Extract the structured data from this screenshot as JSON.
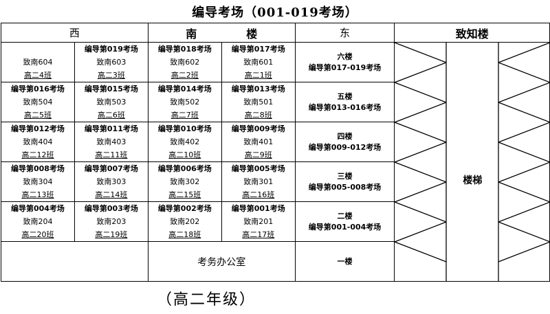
{
  "title": "编导考场（001-019考场）",
  "header": {
    "west": "西",
    "south": "南",
    "building": "楼",
    "east": "东",
    "zhizhi": "致知楼"
  },
  "rows": [
    {
      "rooms": [
        {
          "exam": "",
          "room": "致南604",
          "cls": "高二4班"
        },
        {
          "exam": "编导第019考场",
          "room": "致南603",
          "cls": "高二3班"
        },
        {
          "exam": "编导第018考场",
          "room": "致南602",
          "cls": "高二2班"
        },
        {
          "exam": "编导第017考场",
          "room": "致南601",
          "cls": "高二1班"
        }
      ],
      "floor": "六楼",
      "floor_range": "编导第017-019考场"
    },
    {
      "rooms": [
        {
          "exam": "编导第016考场",
          "room": "致南504",
          "cls": "高二5班"
        },
        {
          "exam": "编导第015考场",
          "room": "致南503",
          "cls": "高二6班"
        },
        {
          "exam": "编导第014考场",
          "room": "致南502",
          "cls": "高二7班"
        },
        {
          "exam": "编导第013考场",
          "room": "致南501",
          "cls": "高二8班"
        }
      ],
      "floor": "五楼",
      "floor_range": "编导第013-016考场"
    },
    {
      "rooms": [
        {
          "exam": "编导第012考场",
          "room": "致南404",
          "cls": "高二12班"
        },
        {
          "exam": "编导第011考场",
          "room": "致南403",
          "cls": "高二11班"
        },
        {
          "exam": "编导第010考场",
          "room": "致南402",
          "cls": "高二10班"
        },
        {
          "exam": "编导第009考场",
          "room": "致南401",
          "cls": "高二9班"
        }
      ],
      "floor": "四楼",
      "floor_range": "编导第009-012考场"
    },
    {
      "rooms": [
        {
          "exam": "编导第008考场",
          "room": "致南304",
          "cls": "高二13班"
        },
        {
          "exam": "编导第007考场",
          "room": "致南303",
          "cls": "高二14班"
        },
        {
          "exam": "编导第006考场",
          "room": "致南302",
          "cls": "高二15班"
        },
        {
          "exam": "编导第005考场",
          "room": "致南301",
          "cls": "高二16班"
        }
      ],
      "floor": "三楼",
      "floor_range": "编导第005-008考场"
    },
    {
      "rooms": [
        {
          "exam": "编导第004考场",
          "room": "致南204",
          "cls": "高二20班"
        },
        {
          "exam": "编导第003考场",
          "room": "致南203",
          "cls": "高二19班"
        },
        {
          "exam": "编导第002考场",
          "room": "致南202",
          "cls": "高二18班"
        },
        {
          "exam": "编导第001考场",
          "room": "致南201",
          "cls": "高二17班"
        }
      ],
      "floor": "二楼",
      "floor_range": "编导第001-004考场"
    }
  ],
  "ground": {
    "office": "考务办公室",
    "floor": "一楼"
  },
  "stairs_label": "楼梯",
  "footer": "（高二年级）"
}
